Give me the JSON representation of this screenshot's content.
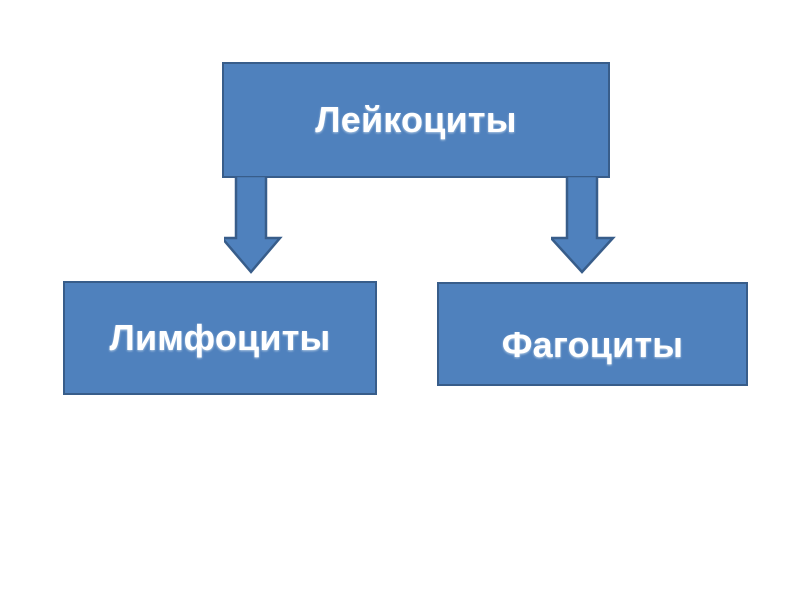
{
  "diagram": {
    "title": "Лейкоциты",
    "type": "hierarchy-flowchart",
    "background_color": "#FFFFFF",
    "node_fill_color": "#4F81BD",
    "node_border_color": "#385D8A",
    "node_text_color": "#FFFFFF",
    "connector_color": "#4F81BD",
    "connector_border_color": "#385D8A",
    "nodes": [
      {
        "id": "root",
        "label": "Лейкоциты",
        "level": 0
      },
      {
        "id": "left",
        "label": "Лимфоциты",
        "level": 1
      },
      {
        "id": "right",
        "label": "Фагоциты",
        "level": 1
      }
    ],
    "connectors": [
      {
        "id": "arrow-root-to-left",
        "from": "root",
        "to": "left",
        "shape": "down-arrow"
      },
      {
        "id": "arrow-root-to-right",
        "from": "root",
        "to": "right",
        "shape": "down-arrow"
      }
    ]
  }
}
